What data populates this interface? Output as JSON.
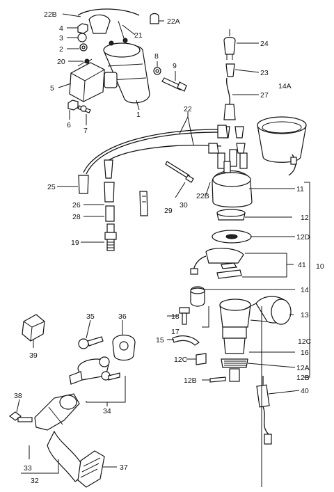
{
  "callouts": {
    "c22b_top": "22B",
    "c22a": "22A",
    "c4": "4",
    "c3": "3",
    "c2": "2",
    "c21": "21",
    "c20": "20",
    "c8": "8",
    "c9": "9",
    "c5": "5",
    "c1": "1",
    "c6": "6",
    "c7": "7",
    "c24": "24",
    "c23": "23",
    "c14a": "14A",
    "c27": "27",
    "c22": "22",
    "c25": "25",
    "c26": "26",
    "c28": "28",
    "c29": "29",
    "c30": "30",
    "c22b_mid": "22B",
    "c19": "19",
    "c11": "11",
    "c12": "12",
    "c12d": "12D",
    "c41": "41",
    "c10": "10",
    "c14": "14",
    "c13": "13",
    "c18": "18",
    "c17": "17",
    "c15": "15",
    "c12c_right": "12C",
    "c16": "16",
    "c12c_left": "12C",
    "c12a": "12A",
    "c12b_left": "12B",
    "c12b_right": "12B",
    "c40": "40",
    "c35": "35",
    "c36": "36",
    "c39": "39",
    "c38": "38",
    "c34": "34",
    "c33": "33",
    "c32": "32",
    "c37": "37"
  }
}
